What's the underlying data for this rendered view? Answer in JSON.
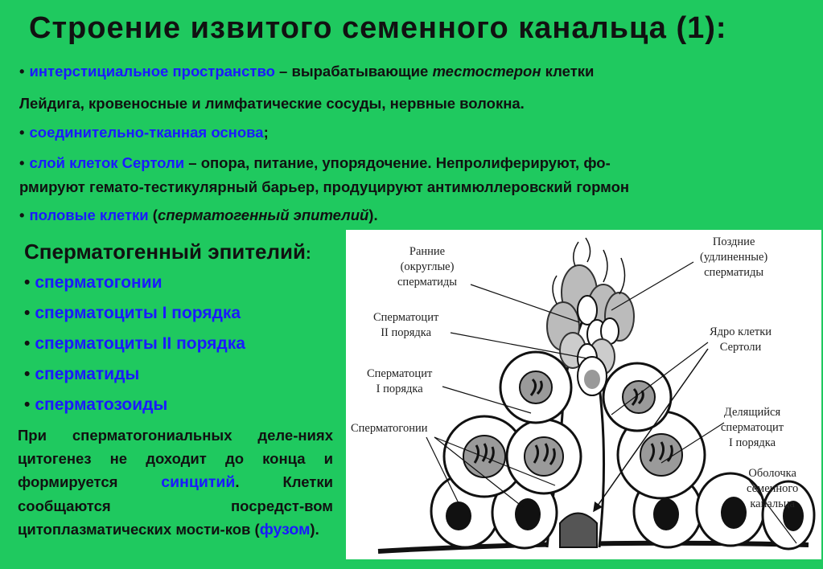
{
  "title": "Строение извитого семенного канальца (1):",
  "bullets": {
    "b1_blue": "интерстициальное пространство",
    "b1_text": " – вырабатывающие ",
    "b1_italic": "тестостерон",
    "b1_text2": " клетки",
    "b1_line2": "Лейдига, кровеносные и лимфатические сосуды, нервные волокна.",
    "b2_blue": "соединительно-тканная основа",
    "b2_text": ";",
    "b3_blue": "слой клеток Сертоли",
    "b3_text": " – опора, питание, упорядочение. Непролиферируют, фо-",
    "b3_line2": "рмируют гемато-тестикулярный барьер, продуцируют антимюллеровский гормон",
    "b4_blue": "половые клетки",
    "b4_text": " (",
    "b4_italic": "сперматогенный эпителий",
    "b4_text2": ")."
  },
  "subtitle": "Сперматогенный эпителий",
  "subtitle_colon": ":",
  "epithelium_list": [
    "сперматогонии",
    "сперматоциты I порядка",
    "сперматоциты II порядка",
    "сперматиды",
    "сперматозоиды"
  ],
  "paragraph": {
    "p1": "При сперматогониальных деле-ниях цитогенез не доходит до конца и формируется ",
    "p1_blue": "синцитий",
    "p2": ". Клетки сообщаются посредст-вом цитоплазматических мости-ков (",
    "p2_blue": "фузом",
    "p3": ")."
  },
  "figure_labels": {
    "early": "Ранние\n(округлые)\nсперматиды",
    "late": "Поздние\n(удлиненные)\nсперматиды",
    "spc2": "Сперматоцит\nII порядка",
    "sertoli_nucleus": "Ядро клетки\nСертоли",
    "spc1": "Сперматоцит\nI порядка",
    "dividing": "Делящийся\nсперматоцит\nI порядка",
    "spg": "Сперматогонии",
    "membrane": "Оболочка\nсеменного\nканальца"
  },
  "colors": {
    "background": "#1fc95f",
    "blue_text": "#1a1aff"
  }
}
